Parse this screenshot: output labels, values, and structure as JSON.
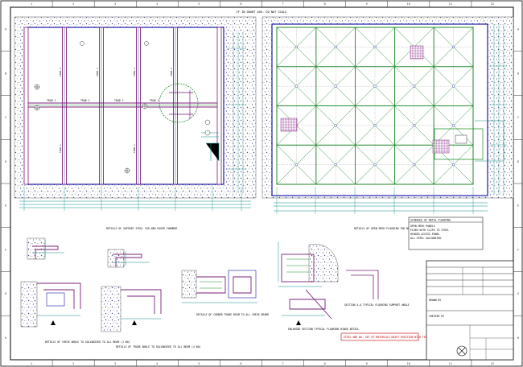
{
  "drawing": {
    "top_note": "IF IN DOUBT ASK. DO NOT SCALE",
    "zone_numbers": [
      "1",
      "2",
      "3",
      "4",
      "5",
      "6",
      "7",
      "8",
      "9",
      "10",
      "11",
      "12"
    ],
    "zone_letters": [
      "A",
      "B",
      "C",
      "D",
      "E",
      "F",
      "G",
      "H"
    ],
    "colors": {
      "frame": "#000000",
      "outline": "#1a1aa6",
      "steel": "#7a1f7a",
      "grating": "#1f8a2a",
      "dimension": "#0c8a8a",
      "concrete": "#4a4a8a",
      "note_red": "#c00000"
    }
  },
  "plans": {
    "left": {
      "beam_labels": [
        "TRAD 1",
        "TRAD 1",
        "TRAD 1",
        "TRAD 1",
        "TRAD 1",
        "TRAD 1"
      ]
    },
    "right": {}
  },
  "details": {
    "support_steel_title": "DETAILS OF SUPPORT STEEL FOR NEW PAVED CHAMBER",
    "open_mesh_title": "DETAILS OF OPEN MESH FLOORING FOR NEW PAVED CHAMBER COVERS",
    "section_labels": [
      {
        "id": "c",
        "text": "DETAILS OF CHECK ANGLE TO GALVANISED TO ALL BEAM (1 NO)"
      },
      {
        "id": "d",
        "text": "DETAILS OF TRADE ANGLE TO GALVANISED TO ALL BEAM (4 NO)"
      },
      {
        "id": "e",
        "text": "DETAILS OF CORNER TRADE BEAM TO ALL CHECK BEAMS"
      },
      {
        "id": "f",
        "text": "ENLARGED SECTION TYPICAL FLOORING HINGE DETAIL"
      },
      {
        "id": "g",
        "text": "SECTION A-A TYPICAL FLOORING SUPPORT ANGLE"
      }
    ],
    "red_note": "STEEL ONE No. SET OF MATERIALS HEAVY POSITION WITH TEST"
  },
  "notes_box": {
    "title": "SCHEDULE OF METAL FLOORING",
    "lines": [
      "OPEN MESH PANELS",
      "FIXED WITH CLIPS TO STEEL",
      "HINGED ACCESS PANEL",
      "ALL STEEL GALVANISED"
    ]
  },
  "title_block": {
    "rows": [
      "",
      "",
      "",
      "",
      "",
      "",
      "",
      ""
    ],
    "drawn_label": "DRAWN BY",
    "checked_label": "CHECKED BY"
  }
}
